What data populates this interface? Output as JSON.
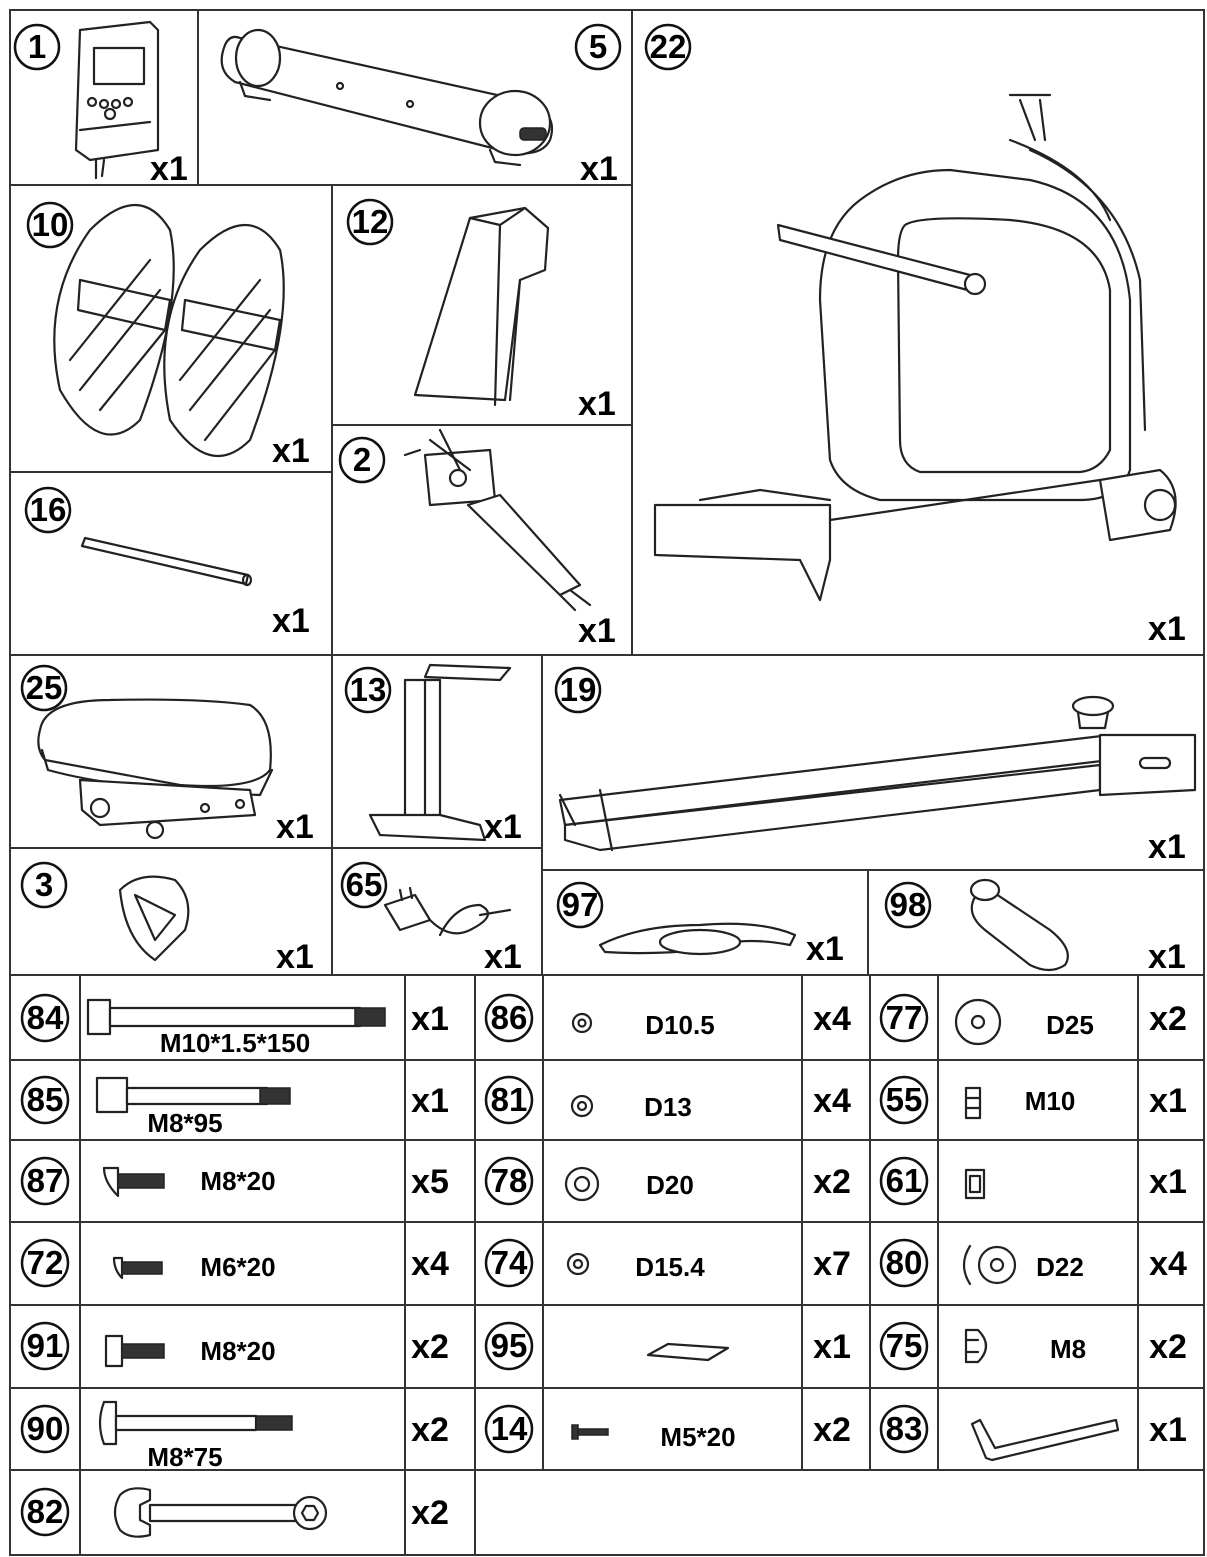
{
  "title": "",
  "parts": [
    {
      "id": "part-1",
      "num": "1",
      "qty": "x1",
      "icon": "console-icon"
    },
    {
      "id": "part-5",
      "num": "5",
      "qty": "x1",
      "icon": "front-tube-icon"
    },
    {
      "id": "part-22",
      "num": "22",
      "qty": "x1",
      "icon": "main-frame-icon"
    },
    {
      "id": "part-10",
      "num": "10",
      "qty": "x1",
      "icon": "pedals-icon"
    },
    {
      "id": "part-12",
      "num": "12",
      "qty": "x1",
      "icon": "cover-icon"
    },
    {
      "id": "part-2",
      "num": "2",
      "qty": "x1",
      "icon": "console-mast-icon"
    },
    {
      "id": "part-16",
      "num": "16",
      "qty": "x1",
      "icon": "axle-rod-icon"
    },
    {
      "id": "part-25",
      "num": "25",
      "qty": "x1",
      "icon": "seat-icon"
    },
    {
      "id": "part-13",
      "num": "13",
      "qty": "x1",
      "icon": "support-bracket-icon"
    },
    {
      "id": "part-19",
      "num": "19",
      "qty": "x1",
      "icon": "slide-rail-icon"
    },
    {
      "id": "part-3",
      "num": "3",
      "qty": "x1",
      "icon": "end-cap-icon"
    },
    {
      "id": "part-65",
      "num": "65",
      "qty": "x1",
      "icon": "power-adapter-icon"
    },
    {
      "id": "part-97",
      "num": "97",
      "qty": "x1",
      "icon": "chest-belt-icon"
    },
    {
      "id": "part-98",
      "num": "98",
      "qty": "x1",
      "icon": "bottle-icon"
    }
  ],
  "hardware": [
    {
      "num": "84",
      "spec": "M10*1.5*150",
      "qty": "x1",
      "icon": "bolt-long-icon"
    },
    {
      "num": "86",
      "spec": "D10.5",
      "qty": "x4",
      "icon": "washer-small-icon"
    },
    {
      "num": "77",
      "spec": "D25",
      "qty": "x2",
      "icon": "washer-large-icon"
    },
    {
      "num": "85",
      "spec": "M8*95",
      "qty": "x1",
      "icon": "bolt-icon"
    },
    {
      "num": "81",
      "spec": "D13",
      "qty": "x4",
      "icon": "washer-small-icon"
    },
    {
      "num": "55",
      "spec": "M10",
      "qty": "x1",
      "icon": "nut-icon"
    },
    {
      "num": "87",
      "spec": "M8*20",
      "qty": "x5",
      "icon": "round-head-screw-icon"
    },
    {
      "num": "78",
      "spec": "D20",
      "qty": "x2",
      "icon": "washer-medium-icon"
    },
    {
      "num": "61",
      "spec": "",
      "qty": "x1",
      "icon": "nyloc-nut-icon"
    },
    {
      "num": "72",
      "spec": "M6*20",
      "qty": "x4",
      "icon": "screw-small-icon"
    },
    {
      "num": "74",
      "spec": "D15.4",
      "qty": "x7",
      "icon": "washer-small-icon"
    },
    {
      "num": "80",
      "spec": "D22",
      "qty": "x4",
      "icon": "curved-washer-icon"
    },
    {
      "num": "91",
      "spec": "M8*20",
      "qty": "x2",
      "icon": "hex-bolt-icon"
    },
    {
      "num": "95",
      "spec": "",
      "qty": "x1",
      "icon": "plate-icon"
    },
    {
      "num": "75",
      "spec": "M8",
      "qty": "x2",
      "icon": "cap-nut-icon"
    },
    {
      "num": "90",
      "spec": "M8*75",
      "qty": "x2",
      "icon": "carriage-bolt-icon"
    },
    {
      "num": "14",
      "spec": "M5*20",
      "qty": "x2",
      "icon": "screw-tiny-icon"
    },
    {
      "num": "83",
      "spec": "",
      "qty": "x1",
      "icon": "allen-key-icon"
    },
    {
      "num": "82",
      "spec": "",
      "qty": "x2",
      "icon": "wrench-icon"
    }
  ]
}
